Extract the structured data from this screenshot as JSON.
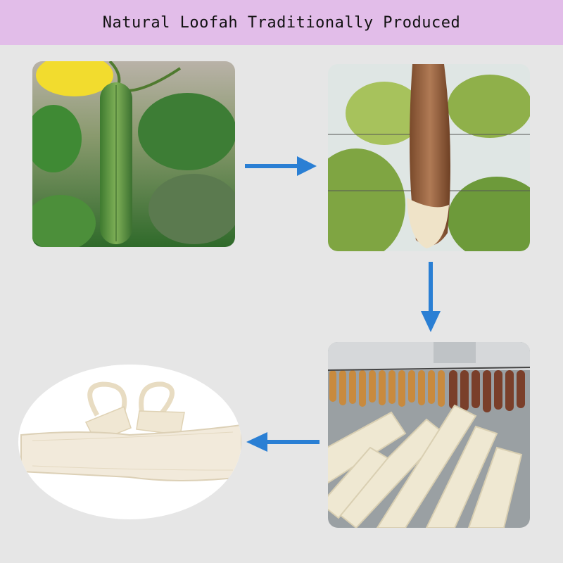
{
  "header": {
    "title": "Natural Loofah Traditionally Produced"
  },
  "steps": [
    {
      "name": "young-loofah-on-vine"
    },
    {
      "name": "dried-loofah-gourd"
    },
    {
      "name": "peeled-loofah-sponges"
    },
    {
      "name": "loofah-back-scrubber"
    }
  ],
  "colors": {
    "banner": "#e2bde9",
    "background": "#e6e6e6",
    "arrow": "#2a7fd4"
  }
}
